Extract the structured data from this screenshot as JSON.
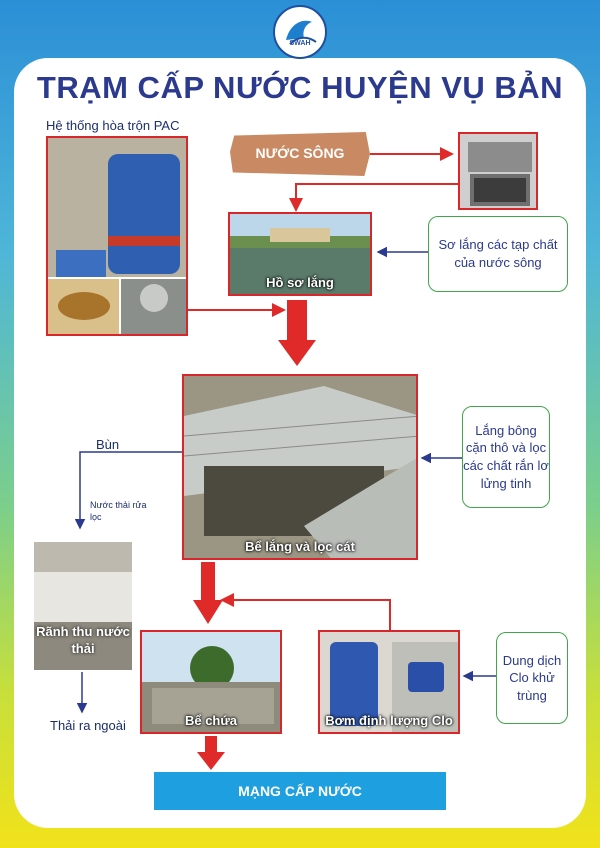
{
  "header": {
    "title": "TRẠM CẤP NƯỚC HUYỆN VỤ BẢN",
    "logo_text": "SWAH"
  },
  "labels": {
    "pac_system": "Hệ thống hòa trộn PAC",
    "river_water": "NƯỚC SÔNG",
    "settling_pond": "Hồ sơ lắng",
    "settling_filter": "Bể lắng và lọc cát",
    "sludge": "Bùn",
    "filter_wastewater": "Nước thải rửa lọc",
    "drain_ditch": "Rãnh thu nước thải",
    "discharge": "Thải ra ngoài",
    "tank": "Bể chứa",
    "chlorine_pump": "Bơm định lượng Clo",
    "supply_network": "MẠNG CẤP NƯỚC"
  },
  "notes": {
    "pre_settle": "Sơ lắng các tạp chất của nước sông",
    "settle_filter": "Lắng bông cặn thô và lọc các chất rắn lơ lửng tinh",
    "chlorine": "Dung dịch Clo khử trùng"
  },
  "colors": {
    "arrow_red": "#e02a2a",
    "note_border": "#3fa64a",
    "text_blue": "#2b3a8f",
    "button_blue": "#1d9fe0"
  }
}
